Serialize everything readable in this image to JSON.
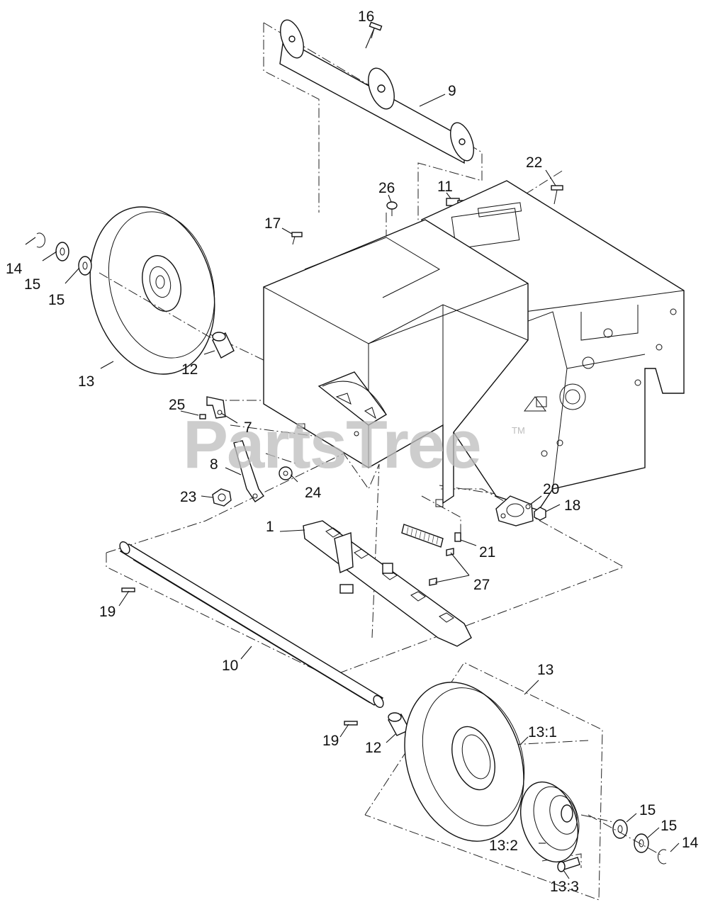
{
  "watermark": {
    "text": "PartsTree",
    "tm": "TM"
  },
  "callouts": [
    {
      "id": "c16",
      "label": "16"
    },
    {
      "id": "c9",
      "label": "9"
    },
    {
      "id": "c26",
      "label": "26"
    },
    {
      "id": "c11",
      "label": "11"
    },
    {
      "id": "c22",
      "label": "22"
    },
    {
      "id": "c17",
      "label": "17"
    },
    {
      "id": "c14a",
      "label": "14"
    },
    {
      "id": "c15a",
      "label": "15"
    },
    {
      "id": "c15b",
      "label": "15"
    },
    {
      "id": "c13a",
      "label": "13"
    },
    {
      "id": "c12a",
      "label": "12"
    },
    {
      "id": "c25",
      "label": "25"
    },
    {
      "id": "c7",
      "label": "7"
    },
    {
      "id": "c8",
      "label": "8"
    },
    {
      "id": "c23",
      "label": "23"
    },
    {
      "id": "c24",
      "label": "24"
    },
    {
      "id": "c20",
      "label": "20"
    },
    {
      "id": "c18",
      "label": "18"
    },
    {
      "id": "c1",
      "label": "1"
    },
    {
      "id": "c21",
      "label": "21"
    },
    {
      "id": "c27",
      "label": "27"
    },
    {
      "id": "c19a",
      "label": "19"
    },
    {
      "id": "c10",
      "label": "10"
    },
    {
      "id": "c13b",
      "label": "13"
    },
    {
      "id": "c13_1",
      "label": "13:1"
    },
    {
      "id": "c19b",
      "label": "19"
    },
    {
      "id": "c12b",
      "label": "12"
    },
    {
      "id": "c15c",
      "label": "15"
    },
    {
      "id": "c15d",
      "label": "15"
    },
    {
      "id": "c14b",
      "label": "14"
    },
    {
      "id": "c13_2",
      "label": "13:2"
    },
    {
      "id": "c13_3",
      "label": "13:3"
    }
  ]
}
